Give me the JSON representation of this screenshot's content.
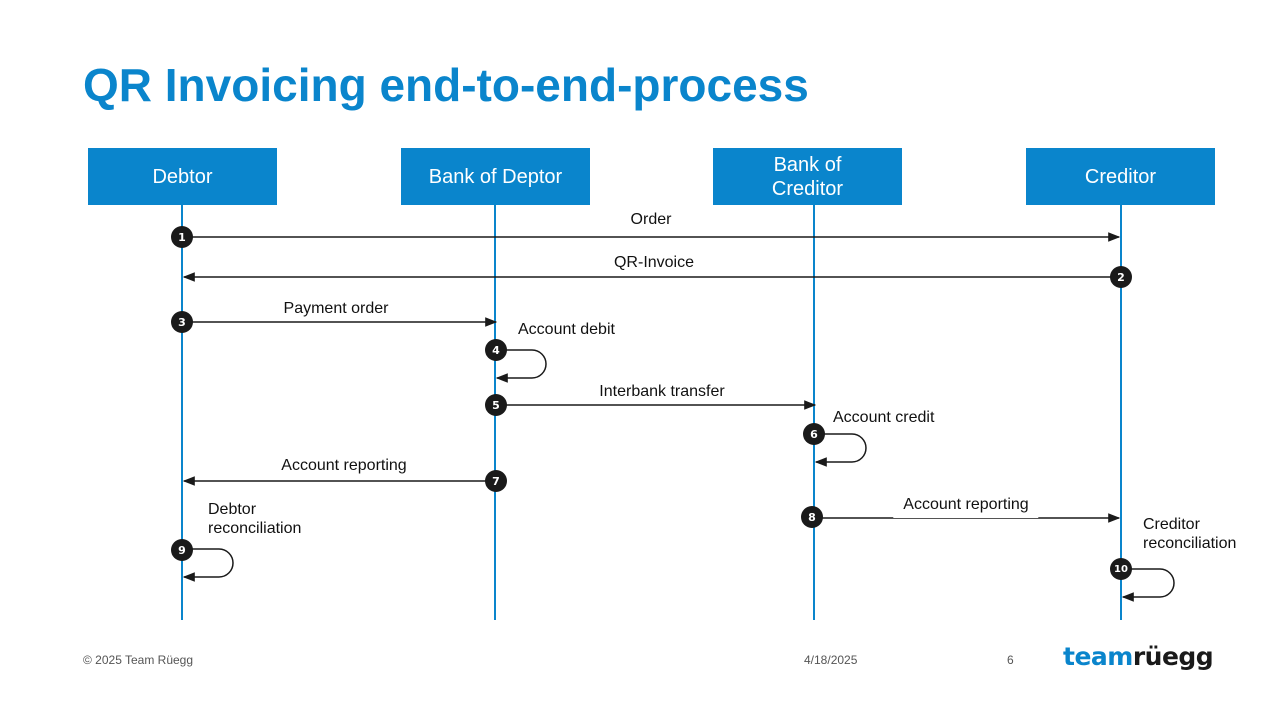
{
  "title": "QR Invoicing end-to-end-process",
  "lanes": [
    {
      "label": "Debtor"
    },
    {
      "label": "Bank of Deptor"
    },
    {
      "label": "Bank of\nCreditor"
    },
    {
      "label": "Creditor"
    }
  ],
  "steps": [
    {
      "num": "1",
      "label": "Order"
    },
    {
      "num": "2",
      "label": "QR-Invoice"
    },
    {
      "num": "3",
      "label": "Payment order"
    },
    {
      "num": "4",
      "label": "Account debit"
    },
    {
      "num": "5",
      "label": "Interbank transfer"
    },
    {
      "num": "6",
      "label": "Account credit"
    },
    {
      "num": "7",
      "label": "Account reporting"
    },
    {
      "num": "8",
      "label": "Account reporting"
    },
    {
      "num": "9",
      "label": "Debtor\nreconciliation"
    },
    {
      "num": "10",
      "label": "Creditor\nreconciliation"
    }
  ],
  "footer": {
    "copyright": "© 2025 Team Rüegg",
    "date": "4/18/2025",
    "page": "6"
  },
  "logo": {
    "part1": "team",
    "part2": "rüegg"
  },
  "colors": {
    "accent": "#0a85cc",
    "dark": "#1a1a1a"
  }
}
